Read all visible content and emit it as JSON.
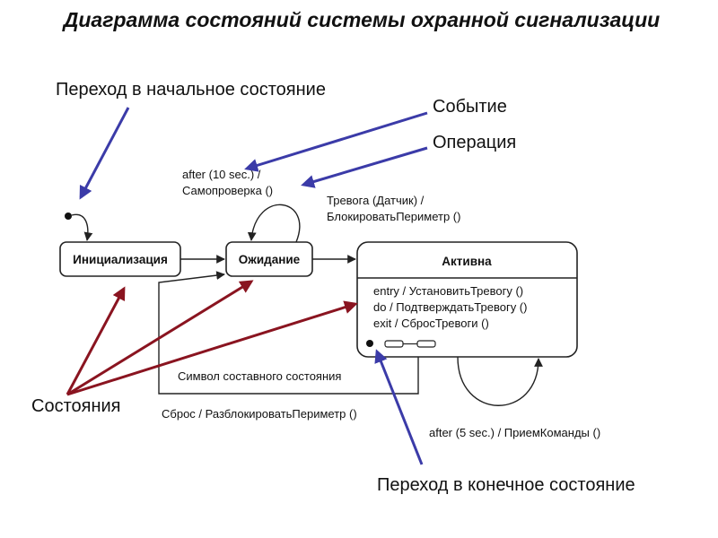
{
  "title": "Диаграмма состояний системы охранной сигнализации",
  "callouts": {
    "initial_transition": "Переход в начальное состояние",
    "event": "Событие",
    "operation": "Операция",
    "states": "Состояния",
    "final_transition": "Переход в конечное состояние"
  },
  "states": {
    "init": "Инициализация",
    "wait": "Ожидание",
    "active": "Активна"
  },
  "active_actions": {
    "entry": "entry / УстановитьТревогу ()",
    "do": "do / ПодтверждатьТревогу ()",
    "exit": "exit / СбросТревоги ()"
  },
  "transitions": {
    "self_wait_event": "after (10 sec.) /",
    "self_wait_op": "Самопроверка ()",
    "alarm_event": "Тревога (Датчик) /",
    "alarm_op": "БлокироватьПериметр ()",
    "composite_symbol": "Символ составного состояния",
    "reset": "Сброс / РазблокироватьПериметр ()",
    "self_active": "after (5 sec.) / ПриемКоманды ()"
  },
  "colors": {
    "blue_arrow": "#3b3ba8",
    "red_arrow": "#8a1420",
    "line": "#222222"
  }
}
